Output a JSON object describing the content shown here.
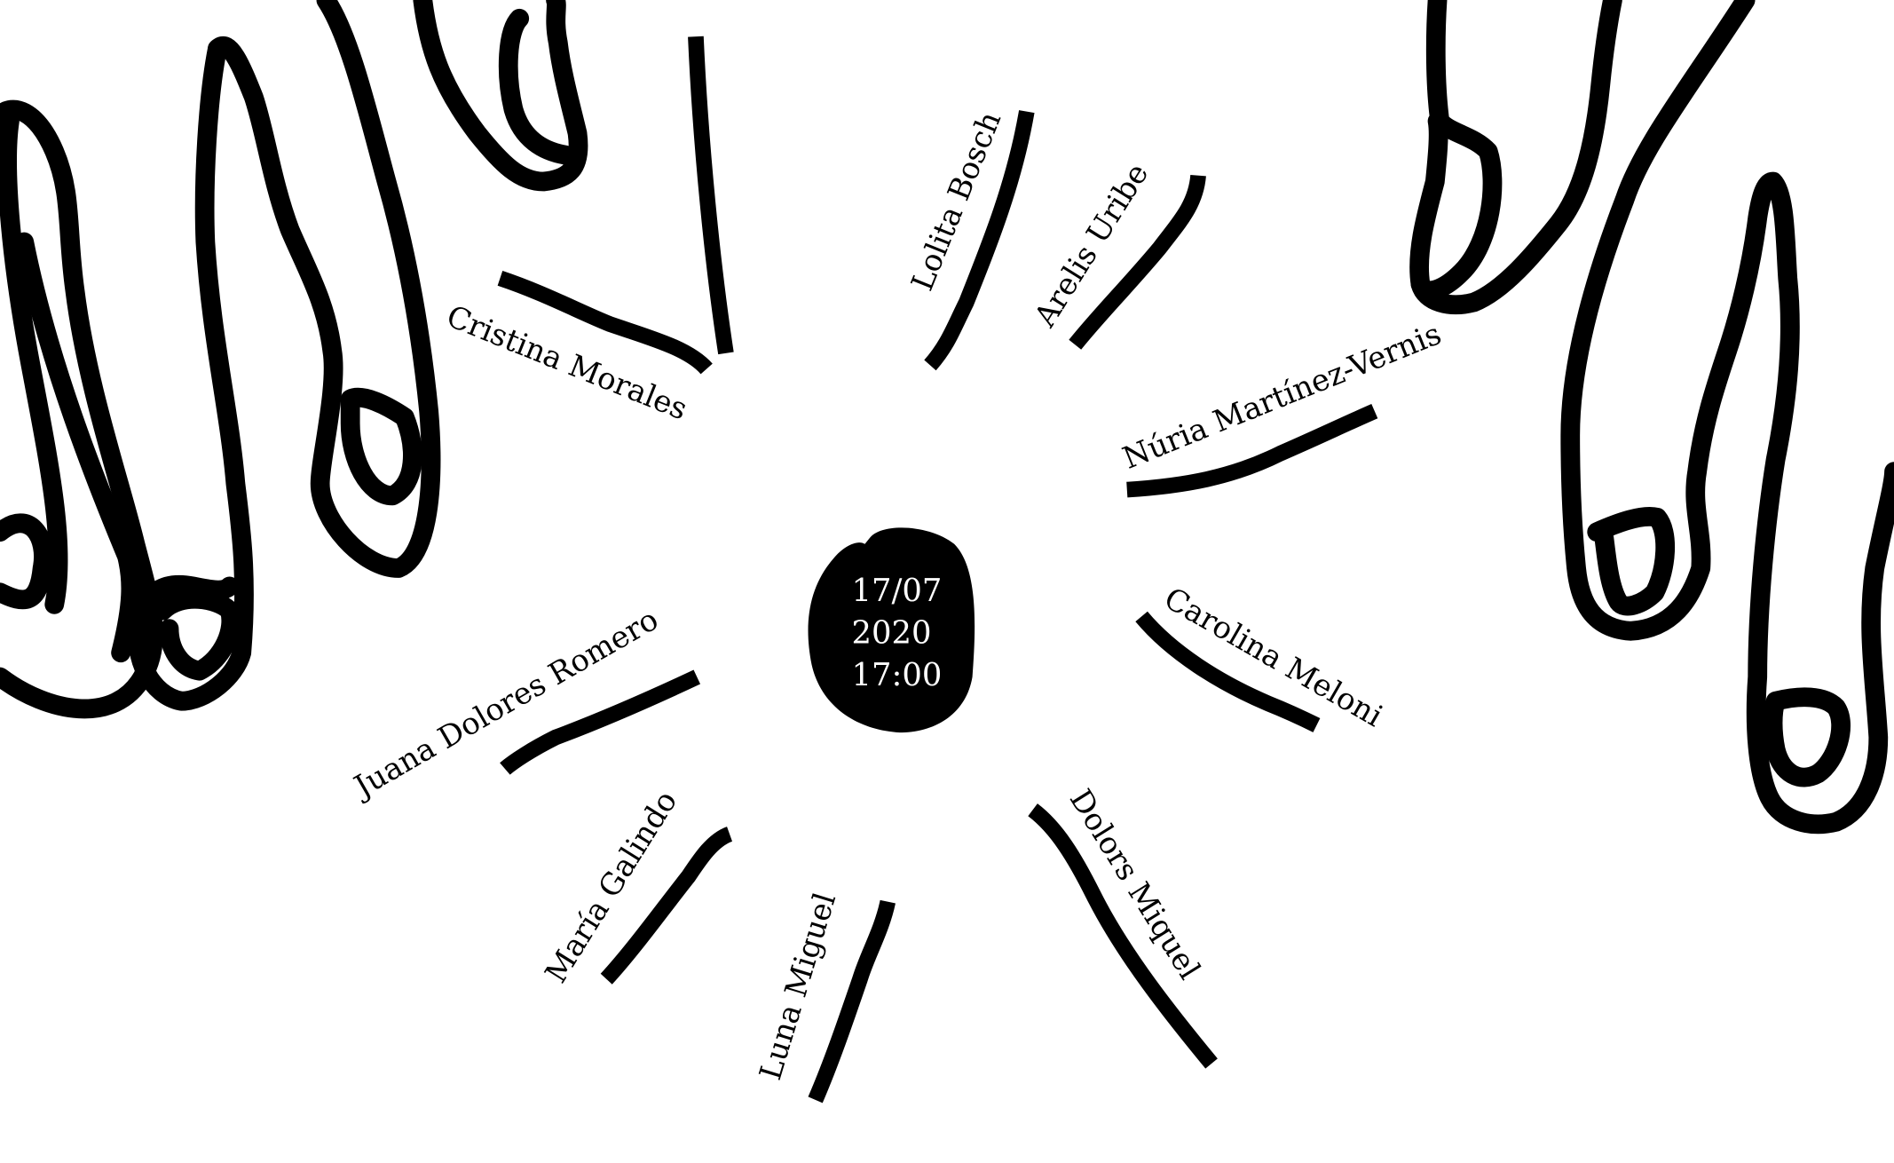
{
  "poster": {
    "colors": {
      "background": "#ffffff",
      "ink": "#000000",
      "date_text": "#ffffff"
    },
    "event": {
      "date": "17/07",
      "year": "2020",
      "time": "17:00"
    },
    "participants": [
      {
        "name": "Cristina Morales"
      },
      {
        "name": "Lolita Bosch"
      },
      {
        "name": "Arelis Uribe"
      },
      {
        "name": "Núria Martínez-Vernis"
      },
      {
        "name": "Carolina Meloni"
      },
      {
        "name": "Dolors Miquel"
      },
      {
        "name": "Luna Miguel"
      },
      {
        "name": "María Galindo"
      },
      {
        "name": "Juana Dolores Romero"
      }
    ],
    "decorations": {
      "left_hand_icon": "hand-fingers-outline",
      "right_hand_icon": "hand-fingers-outline",
      "center_icon": "ink-blob"
    }
  }
}
